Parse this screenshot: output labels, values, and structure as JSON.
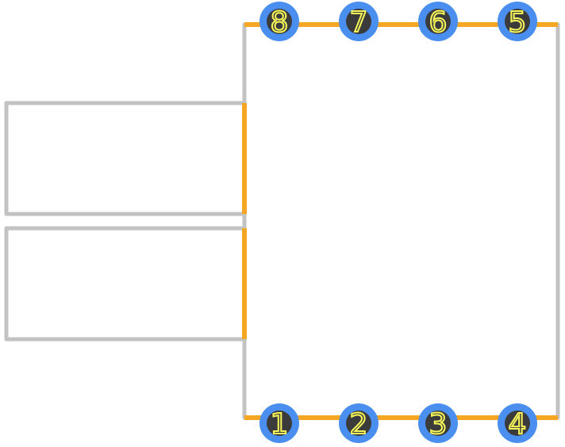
{
  "colors": {
    "background": "#ffffff",
    "outline": "#c2c2c2",
    "copper": "#f5a623",
    "pad_ring": "#4a8ff0",
    "pad_hole": "#3b3b3b",
    "pin_text": "#f7f75a"
  },
  "pins": [
    {
      "number": "8",
      "row": "top",
      "column": 0
    },
    {
      "number": "7",
      "row": "top",
      "column": 1
    },
    {
      "number": "6",
      "row": "top",
      "column": 2
    },
    {
      "number": "5",
      "row": "top",
      "column": 3
    },
    {
      "number": "1",
      "row": "bottom",
      "column": 0
    },
    {
      "number": "2",
      "row": "bottom",
      "column": 1
    },
    {
      "number": "3",
      "row": "bottom",
      "column": 2
    },
    {
      "number": "4",
      "row": "bottom",
      "column": 3
    }
  ]
}
